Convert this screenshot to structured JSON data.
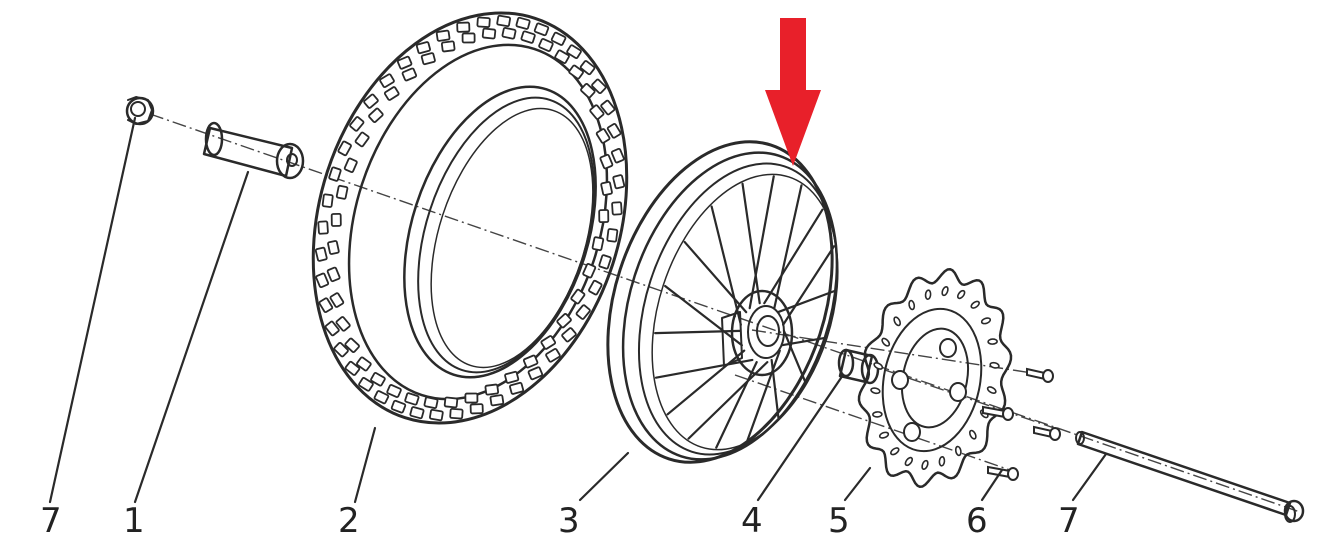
{
  "callouts": [
    "7",
    "1",
    "2",
    "3",
    "4",
    "5",
    "6",
    "7"
  ],
  "highlight": {
    "color": "#e8202a",
    "direction": "down"
  }
}
